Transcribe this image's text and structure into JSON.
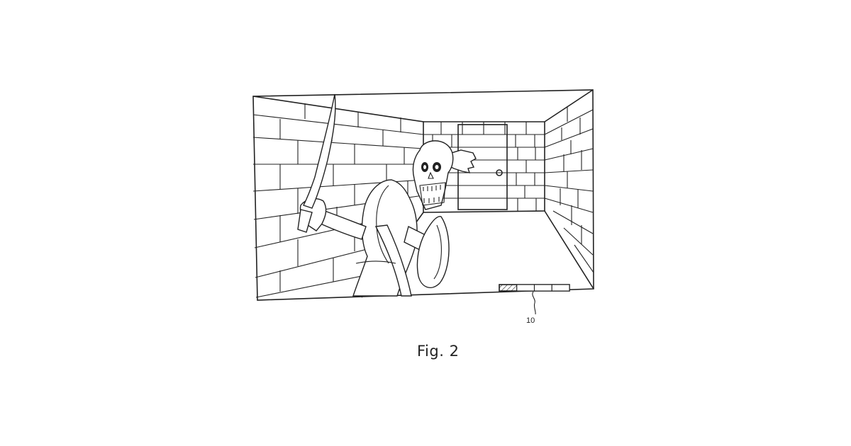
{
  "figure": {
    "caption": "Fig. 2",
    "reference_numeral": "10"
  },
  "hud": {
    "gauge_segments": 4,
    "gauge_filled_segments": 1
  },
  "scene": {
    "setting": "dungeon-room",
    "elements": [
      "brick-walls",
      "door",
      "skeleton-enemy",
      "player-character",
      "sword",
      "shield"
    ]
  }
}
